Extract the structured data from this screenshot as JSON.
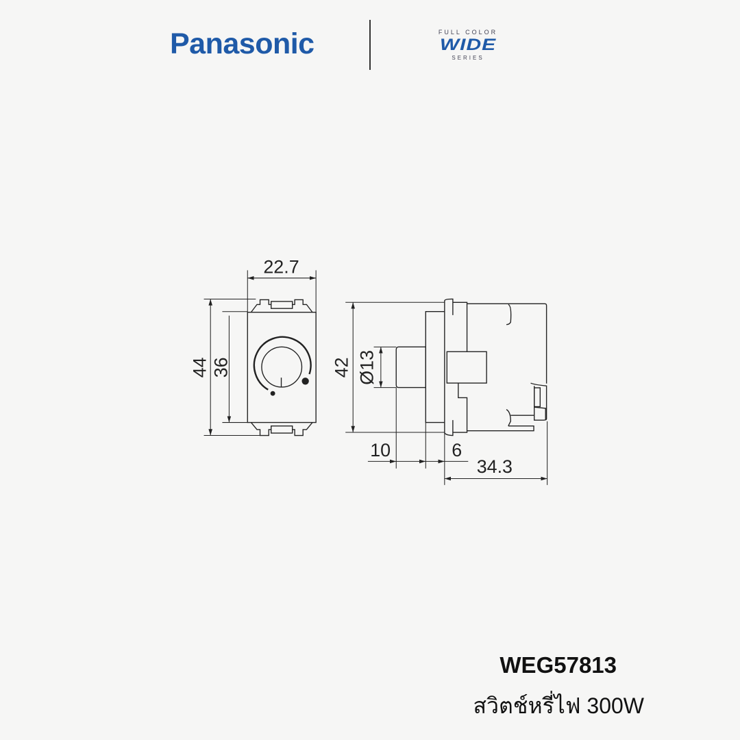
{
  "header": {
    "brand": "Panasonic",
    "series_top": "FULL COLOR",
    "series_main": "WIDE",
    "series_bottom": "SERIES"
  },
  "drawing": {
    "dims": {
      "front_width": "22.7",
      "front_height_outer": "44",
      "front_height_inner": "36",
      "side_height": "42",
      "knob_diameter": "Ø13",
      "knob_depth": "10",
      "plate_depth": "6",
      "body_depth": "34.3"
    }
  },
  "product": {
    "model": "WEG57813",
    "description": "สวิตช์หรี่ไฟ 300W"
  }
}
